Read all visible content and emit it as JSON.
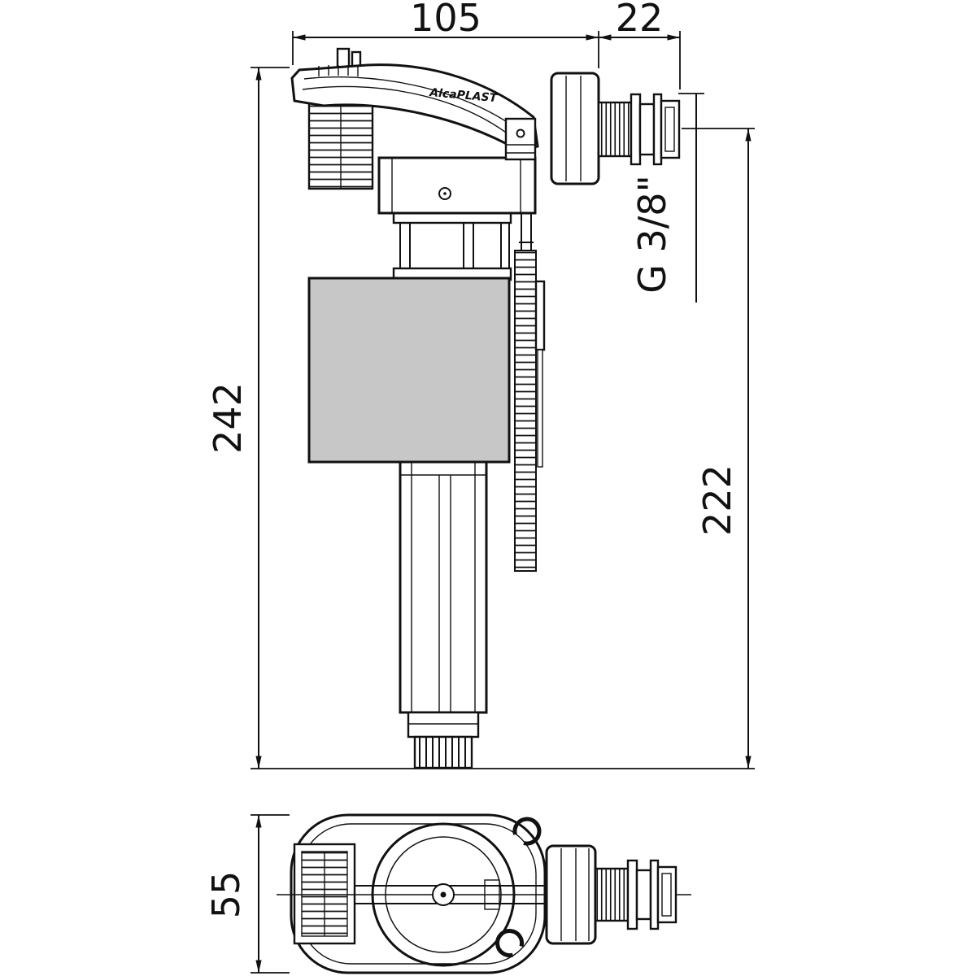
{
  "drawing": {
    "type": "technical-drawing",
    "subject": "side-fill-valve",
    "brand_label": "AlcaPLAST",
    "dimensions": {
      "top_width": "105",
      "thread_length": "22",
      "total_height": "242",
      "inlet_to_bottom": "222",
      "thread_size": "G 3/8\"",
      "top_view_height": "55"
    },
    "colors": {
      "line": "#111111",
      "float_fill": "#c7c7c7",
      "background": "#ffffff"
    }
  }
}
